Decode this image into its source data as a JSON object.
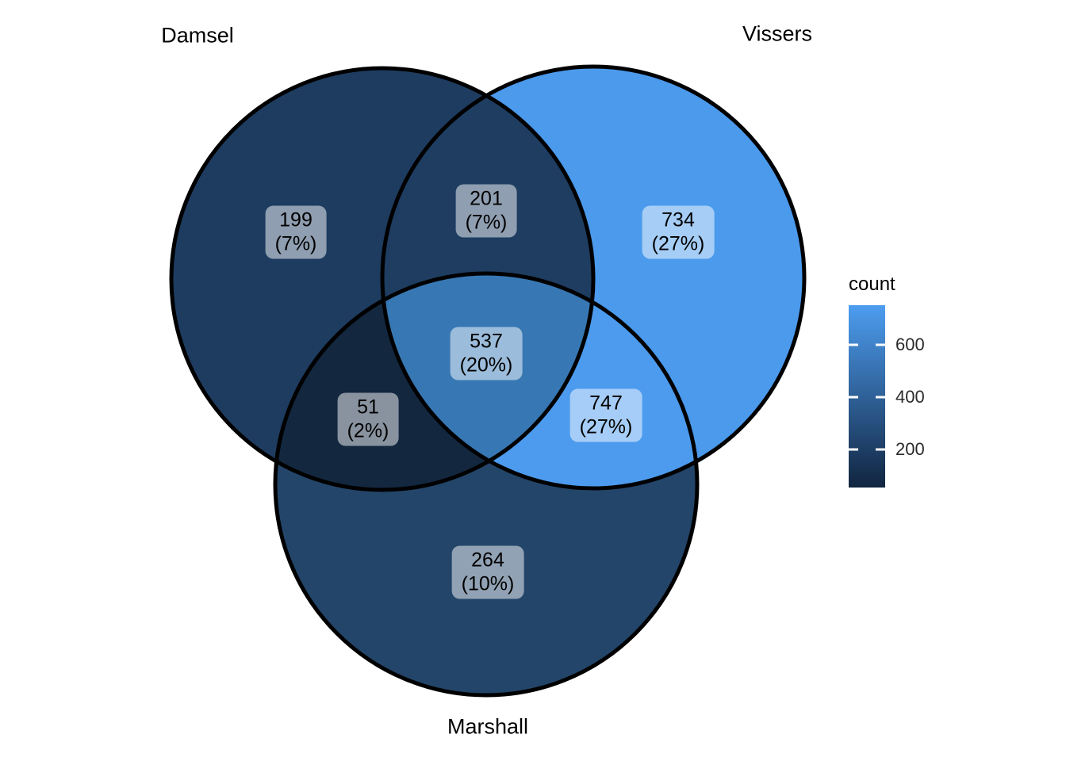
{
  "figure": {
    "background": "#FFFFFF"
  },
  "set_labels": {
    "damsel": "Damsel",
    "vissers": "Vissers",
    "marshall": "Marshall"
  },
  "regions": {
    "damsel": {
      "count": "199",
      "pct": "(7%)",
      "color": "#1E3C60"
    },
    "damsel_vissers": {
      "count": "201",
      "pct": "(7%)",
      "color": "#1E3D61"
    },
    "vissers": {
      "count": "734",
      "pct": "(27%)",
      "color": "#4B9AEC"
    },
    "center": {
      "count": "537",
      "pct": "(20%)",
      "color": "#3778B4"
    },
    "damsel_marshall": {
      "count": "51",
      "pct": "(2%)",
      "color": "#13273F"
    },
    "vissers_marshall": {
      "count": "747",
      "pct": "(27%)",
      "color": "#4C9BEE"
    },
    "marshall": {
      "count": "264",
      "pct": "(10%)",
      "color": "#234569"
    }
  },
  "legend": {
    "title": "count",
    "tick_labels": [
      "600",
      "400",
      "200"
    ],
    "gradient_top": "#4D9DF0",
    "gradient_mid": "#2F6198",
    "gradient_bottom": "#112540"
  },
  "chart_data": {
    "type": "venn",
    "title": "",
    "sets": [
      "Damsel",
      "Vissers",
      "Marshall"
    ],
    "regions": [
      {
        "sets": [
          "Damsel"
        ],
        "count": 199,
        "percent": 7
      },
      {
        "sets": [
          "Vissers"
        ],
        "count": 734,
        "percent": 27
      },
      {
        "sets": [
          "Marshall"
        ],
        "count": 264,
        "percent": 10
      },
      {
        "sets": [
          "Damsel",
          "Vissers"
        ],
        "count": 201,
        "percent": 7
      },
      {
        "sets": [
          "Damsel",
          "Marshall"
        ],
        "count": 51,
        "percent": 2
      },
      {
        "sets": [
          "Vissers",
          "Marshall"
        ],
        "count": 747,
        "percent": 27
      },
      {
        "sets": [
          "Damsel",
          "Vissers",
          "Marshall"
        ],
        "count": 537,
        "percent": 20
      }
    ],
    "fill_scale": {
      "label": "count",
      "min": 51,
      "max": 747,
      "ticks": [
        200,
        400,
        600
      ],
      "low_color": "#112540",
      "high_color": "#4D9DF0"
    },
    "legend_position": "right"
  }
}
